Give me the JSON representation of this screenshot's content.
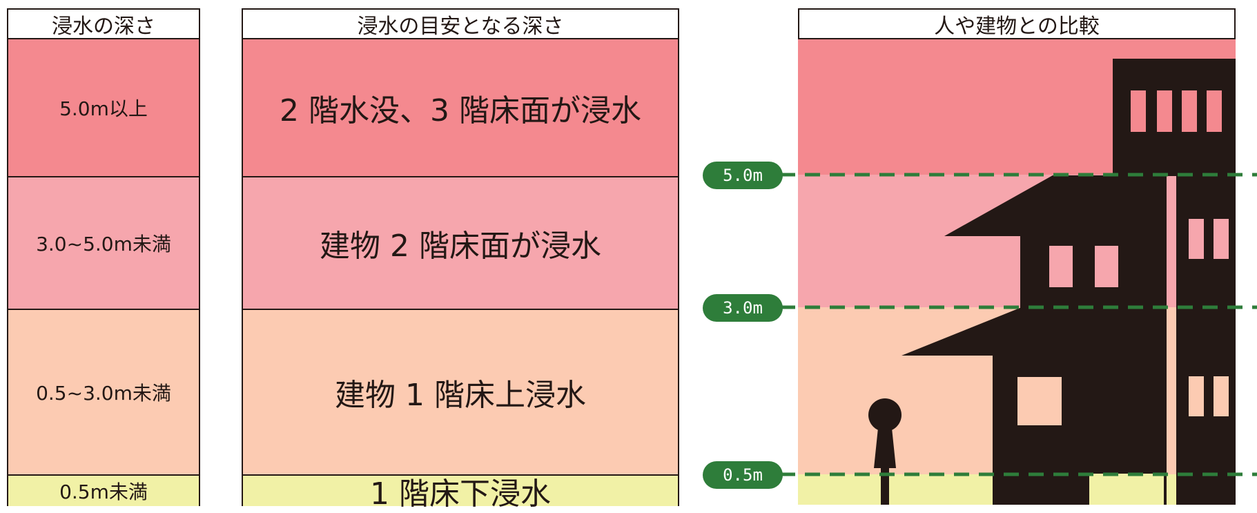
{
  "col_depth": {
    "header": "浸水の深さ",
    "bands": [
      {
        "label": "5.0m以上",
        "color": "#f4898f"
      },
      {
        "label": "3.0~5.0m未満",
        "color": "#f6a6ad"
      },
      {
        "label": "0.5~3.0m未満",
        "color": "#fccbb2"
      },
      {
        "label": "0.5m未満",
        "color": "#f1f1a6"
      }
    ]
  },
  "col_guide": {
    "header": "浸水の目安となる深さ",
    "bands": [
      {
        "label": "2 階水没、3 階床面が浸水"
      },
      {
        "label": "建物 2 階床面が浸水"
      },
      {
        "label": "建物 1 階床上浸水"
      },
      {
        "label": "1 階床下浸水"
      }
    ]
  },
  "col_compare": {
    "header": "人や建物との比較"
  },
  "markers": [
    {
      "label": "5.0m"
    },
    {
      "label": "3.0m"
    },
    {
      "label": "0.5m"
    }
  ],
  "colors": {
    "marker_green": "#2e7d3a",
    "silhouette": "#231815"
  }
}
